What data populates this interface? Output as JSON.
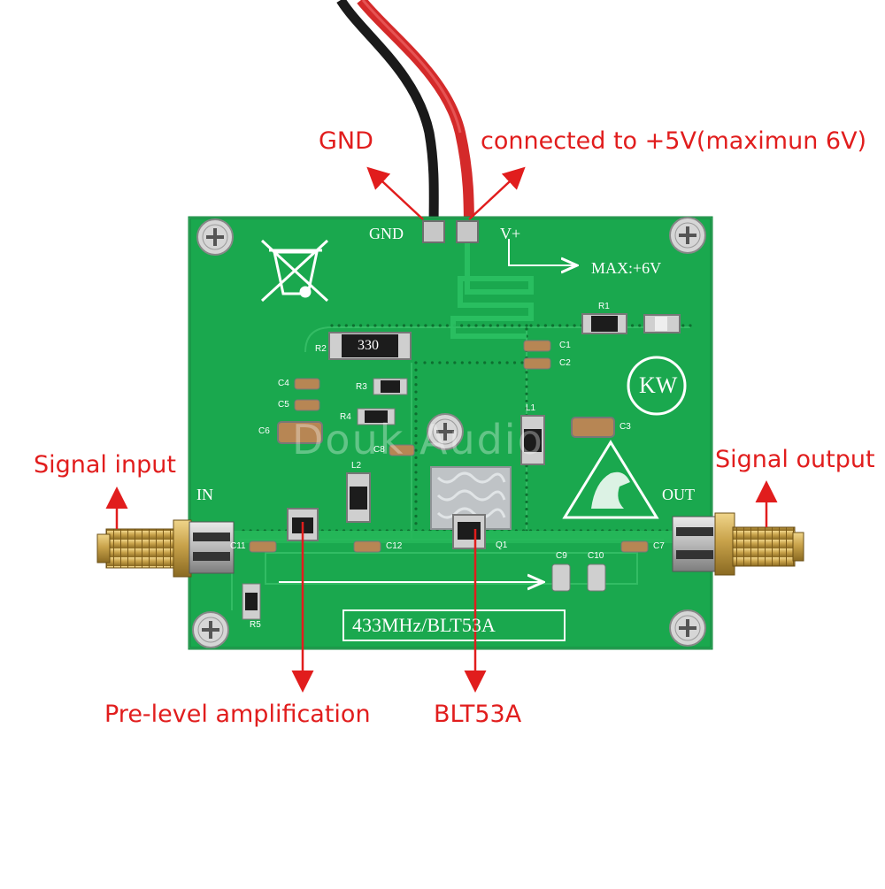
{
  "annotations": {
    "gnd": "GND",
    "vplus": "connected to +5V(maximun 6V)",
    "signal_input": "Signal input",
    "signal_output": "Signal output",
    "pre_level": "Pre-level amplification",
    "blt53a": "BLT53A"
  },
  "silkscreen": {
    "gnd": "GND",
    "vplus": "V+",
    "max": "MAX:+6V",
    "in": "IN",
    "out": "OUT",
    "kw": "KW",
    "model": "433MHz/BLT53A",
    "resistor_r2": "330",
    "refs": {
      "r1": "R1",
      "r2": "R2",
      "r3": "R3",
      "r4": "R4",
      "r5": "R5",
      "c1": "C1",
      "c2": "C2",
      "c3": "C3",
      "c4": "C4",
      "c5": "C5",
      "c6": "C6",
      "c7": "C7",
      "c8": "C8",
      "c9": "C9",
      "c10": "C10",
      "c11": "C11",
      "c12": "C12",
      "l1": "L1",
      "l2": "L2",
      "q1": "Q1"
    }
  },
  "watermark": "Douk Audio",
  "colors": {
    "pcb": "#1aa84e",
    "annotation": "#e11d1d",
    "wire_red": "#d42a2a",
    "wire_black": "#1a1a1a",
    "sma_gold": "#c8a24a"
  }
}
